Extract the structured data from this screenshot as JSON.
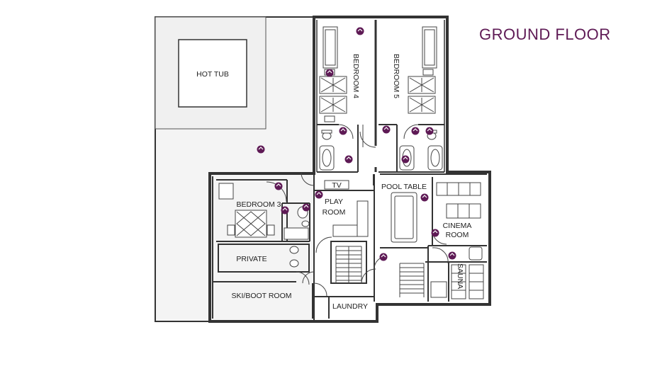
{
  "title": "GROUND FLOOR",
  "colors": {
    "accent": "#5e1a55",
    "walls": "#333333",
    "outdoor": "#f4f4f4"
  },
  "rooms": {
    "hot_tub": "HOT TUB",
    "bedroom_4": "BEDROOM 4",
    "bedroom_5": "BEDROOM 5",
    "bedroom_3": "BEDROOM 3",
    "tv": "TV",
    "play_room_1": "PLAY",
    "play_room_2": "ROOM",
    "pool_table": "POOL TABLE",
    "cinema_room_1": "CINEMA",
    "cinema_room_2": "ROOM",
    "private": "PRIVATE",
    "sauna": "SAUNA",
    "ski_boot_room": "SKI/BOOT ROOM",
    "laundry": "LAUNDRY"
  },
  "icons": {
    "marker": "camera-viewpoint-icon"
  }
}
